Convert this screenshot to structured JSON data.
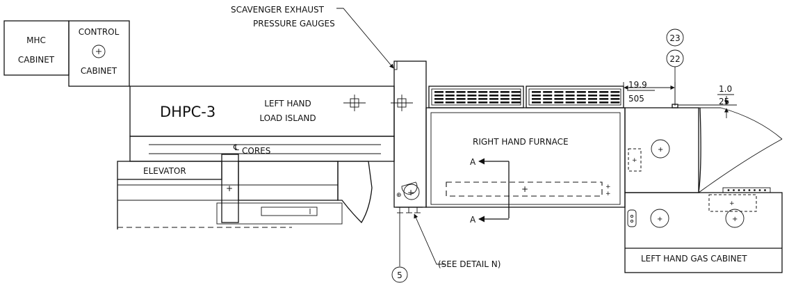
{
  "labels": {
    "mhc_cabinet": [
      "MHC",
      "CABINET"
    ],
    "control_cabinet": [
      "CONTROL",
      "CABINET"
    ],
    "scavenger_exhaust": [
      "SCAVENGER EXHAUST",
      "PRESSURE GAUGES"
    ],
    "dhpc": "DHPC-3",
    "load_island": [
      "LEFT HAND",
      "LOAD ISLAND"
    ],
    "cores": "CORES",
    "centerline_symbol": "℄",
    "elevator": "ELEVATOR",
    "right_hand_furnace": "RIGHT HAND FURNACE",
    "section_a": "A",
    "see_detail": "(SEE DETAIL N)",
    "left_hand_gas_cabinet": "LEFT HAND GAS CABINET"
  },
  "callouts": {
    "c23": "23",
    "c22": "22",
    "c5": "5"
  },
  "dimensions": {
    "left_upper": "19.9",
    "left_lower": "505",
    "right_upper": "1.0",
    "right_lower": "25"
  }
}
